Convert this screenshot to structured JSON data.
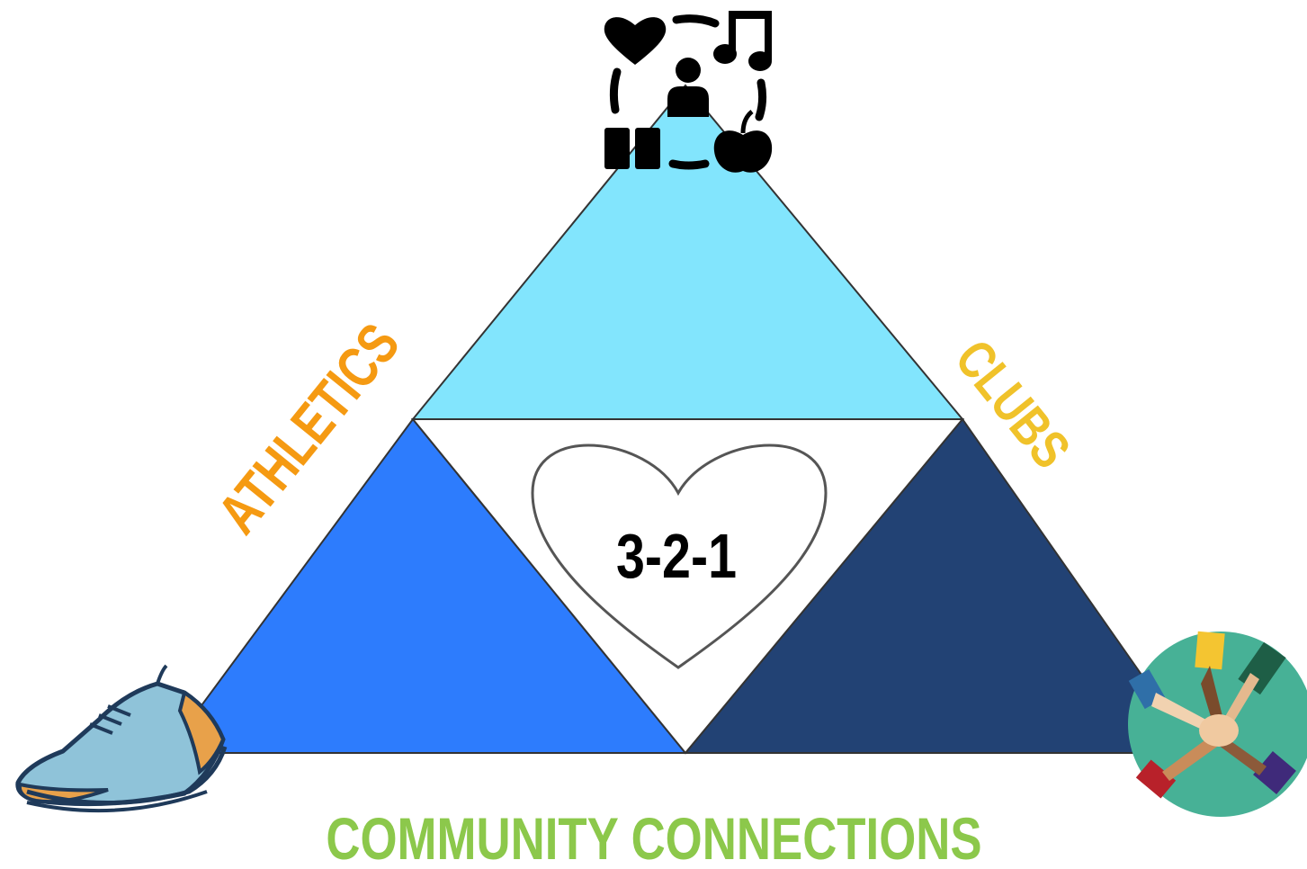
{
  "diagram": {
    "center_label": "3-2-1",
    "left_side_label": "ATHLETICS",
    "right_side_label": "CLUBS",
    "bottom_label": "COMMUNITY CONNECTIONS"
  },
  "colors": {
    "top_triangle": "#82E5FD",
    "left_triangle": "#2D7CFD",
    "right_triangle": "#224274",
    "center_triangle": "#FFFFFF",
    "athletics_text": "#F59A12",
    "clubs_text": "#F0C22A",
    "community_text": "#8CC84B",
    "heart_stroke": "#555555",
    "outline": "#333333"
  },
  "icons": {
    "top": "activities-icon",
    "bottom_left": "sneaker-icon",
    "bottom_right": "hands-together-icon"
  }
}
